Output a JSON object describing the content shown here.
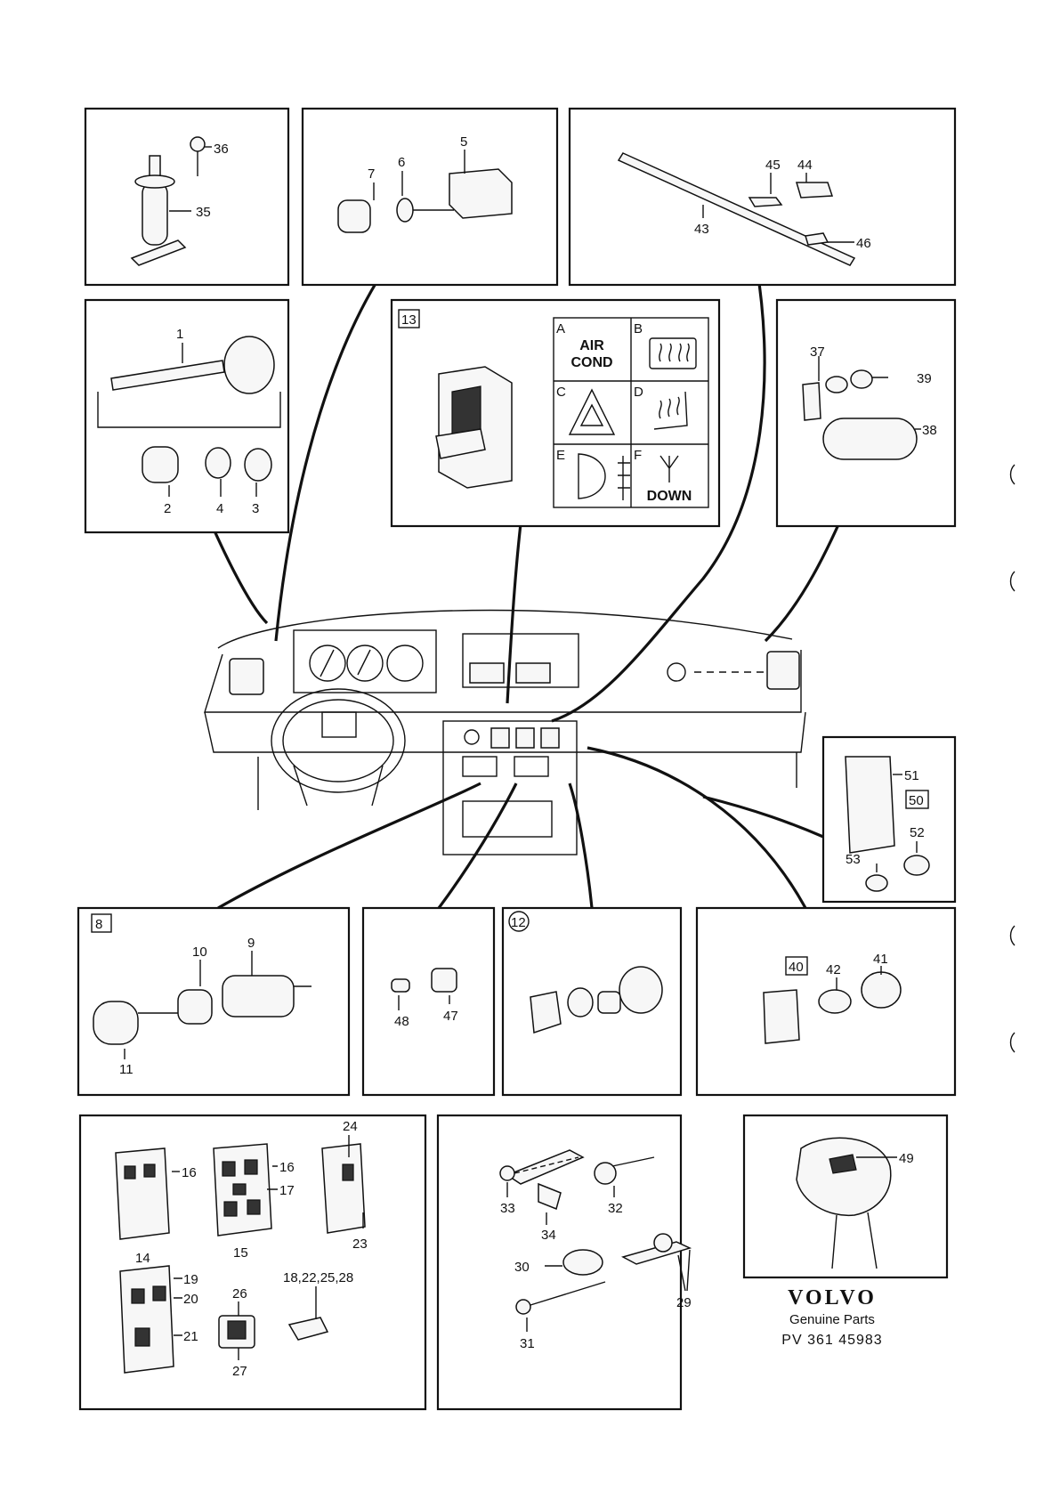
{
  "callouts": {
    "c1": "1",
    "c2": "2",
    "c3": "3",
    "c4": "4",
    "c5": "5",
    "c6": "6",
    "c7": "7",
    "c8": "8",
    "c9": "9",
    "c10": "10",
    "c11": "11",
    "c12": "12",
    "c13": "13",
    "c14": "14",
    "c15": "15",
    "c16a": "16",
    "c16b": "16",
    "c17": "17",
    "c19": "19",
    "c20": "20",
    "c21": "21",
    "c23": "23",
    "c24": "24",
    "c26": "26",
    "c27": "27",
    "c_multi": "18,22,25,28",
    "c29": "29",
    "c30": "30",
    "c31": "31",
    "c32": "32",
    "c33": "33",
    "c34": "34",
    "c35": "35",
    "c36": "36",
    "c37": "37",
    "c38": "38",
    "c39": "39",
    "c40": "40",
    "c41": "41",
    "c42": "42",
    "c43": "43",
    "c44": "44",
    "c45": "45",
    "c46": "46",
    "c47": "47",
    "c48": "48",
    "c49": "49",
    "c50": "50",
    "c51": "51",
    "c52": "52",
    "c53": "53"
  },
  "switch_symbols": {
    "a_letter": "A",
    "a_line1": "AIR",
    "a_line2": "COND",
    "b_letter": "B",
    "c_letter": "C",
    "d_letter": "D",
    "e_letter": "E",
    "f_letter": "F",
    "f_text": "DOWN"
  },
  "footer": {
    "brand": "VOLVO",
    "subtitle": "Genuine Parts",
    "reference": "PV  361  45983"
  }
}
